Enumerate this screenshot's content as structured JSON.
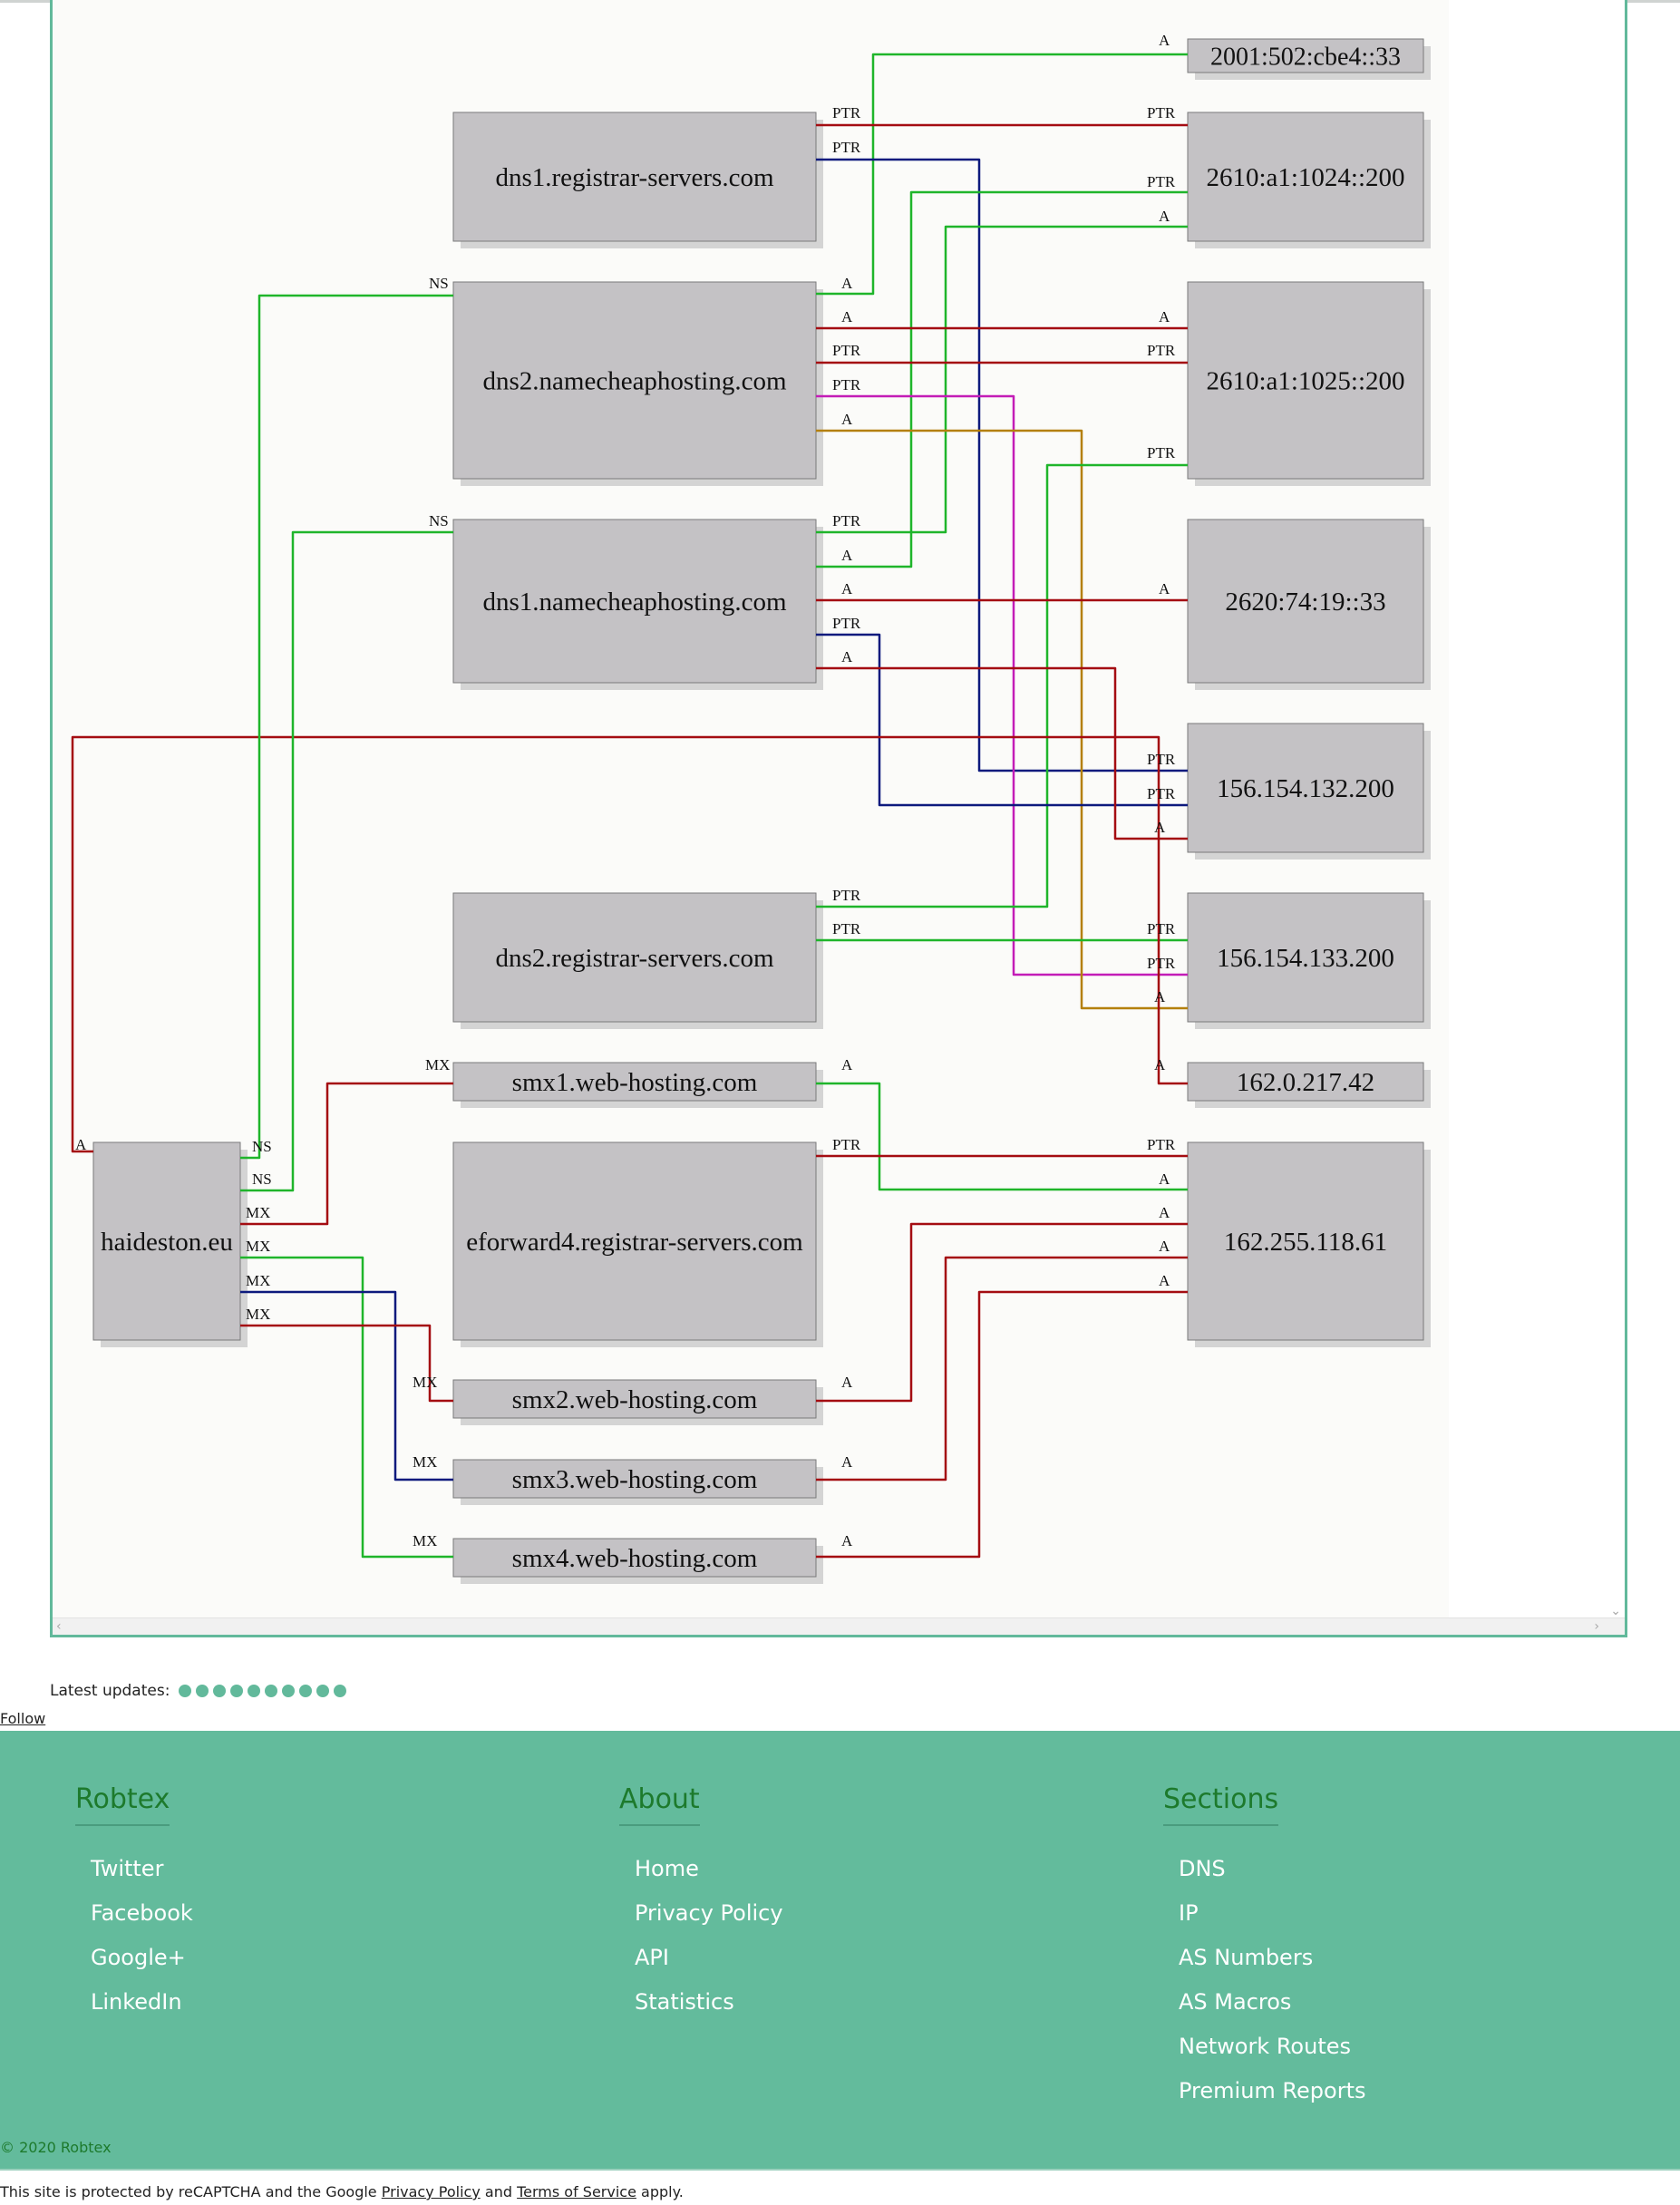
{
  "graph": {
    "nodes": {
      "ip_2001": "2001:502:cbe4::33",
      "dns1_registrar": "dns1.registrar-servers.com",
      "ip_2610_1024": "2610:a1:1024::200",
      "dns2_namecheap": "dns2.namecheaphosting.com",
      "ip_2610_1025": "2610:a1:1025::200",
      "dns1_namecheap": "dns1.namecheaphosting.com",
      "ip_2620": "2620:74:19::33",
      "ip_156_132": "156.154.132.200",
      "dns2_registrar": "dns2.registrar-servers.com",
      "ip_156_133": "156.154.133.200",
      "smx1": "smx1.web-hosting.com",
      "ip_162_0": "162.0.217.42",
      "haideston": "haideston.eu",
      "eforward4": "eforward4.registrar-servers.com",
      "ip_162_255": "162.255.118.61",
      "smx2": "smx2.web-hosting.com",
      "smx3": "smx3.web-hosting.com",
      "smx4": "smx4.web-hosting.com"
    },
    "edge_labels": {
      "a": "A",
      "ptr": "PTR",
      "ns": "NS",
      "mx": "MX"
    },
    "colors": {
      "red": "#a40d12",
      "green": "#1fb52b",
      "navy": "#0d1a7d",
      "magenta": "#c31cb7",
      "orange": "#b4800c",
      "node_fill": "#c4c2c5",
      "shadow": "#d4d4d4",
      "canvas": "#fbfbf9"
    }
  },
  "updates": {
    "label": "Latest updates:",
    "dot_count": 10
  },
  "follow": "Follow",
  "footer": {
    "columns": [
      {
        "title": "Robtex",
        "items": [
          "Twitter",
          "Facebook",
          "Google+",
          "LinkedIn"
        ]
      },
      {
        "title": "About",
        "items": [
          "Home",
          "Privacy Policy",
          "API",
          "Statistics"
        ]
      },
      {
        "title": "Sections",
        "items": [
          "DNS",
          "IP",
          "AS Numbers",
          "AS Macros",
          "Network Routes",
          "Premium Reports"
        ]
      }
    ],
    "copyright": "© 2020 Robtex",
    "recaptcha": {
      "prefix": "This site is protected by reCAPTCHA and the Google",
      "privacy": "Privacy Policy",
      "and": "and",
      "terms": "Terms of Service",
      "suffix": "apply."
    }
  }
}
